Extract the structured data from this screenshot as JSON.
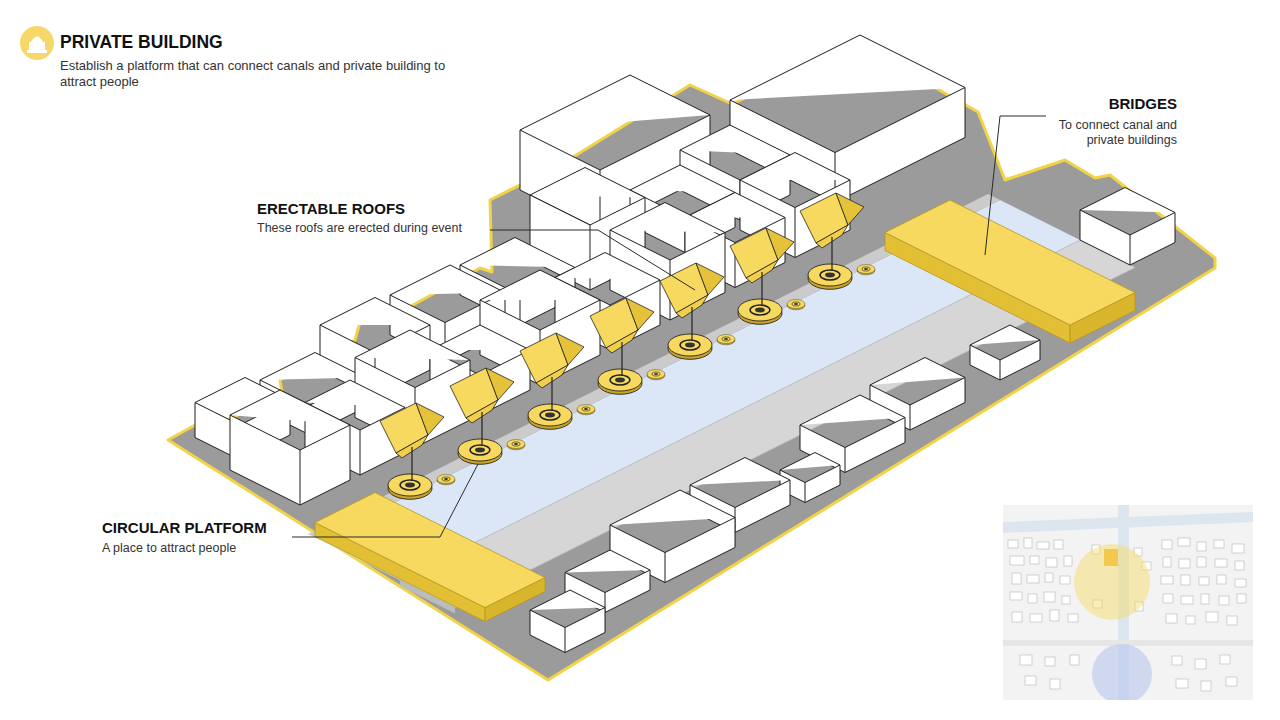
{
  "diagram": {
    "title": "PRIVATE BUILDING",
    "labels": [
      "Establish a platform that can connect canals and private building to attract people",
      "ERECTABLE ROOFS",
      "These roofs are erected during event",
      "BRIDGES",
      "To connect canal and private buildings",
      "CIRCULAR PLATFORM",
      "A place to attract people"
    ]
  }
}
